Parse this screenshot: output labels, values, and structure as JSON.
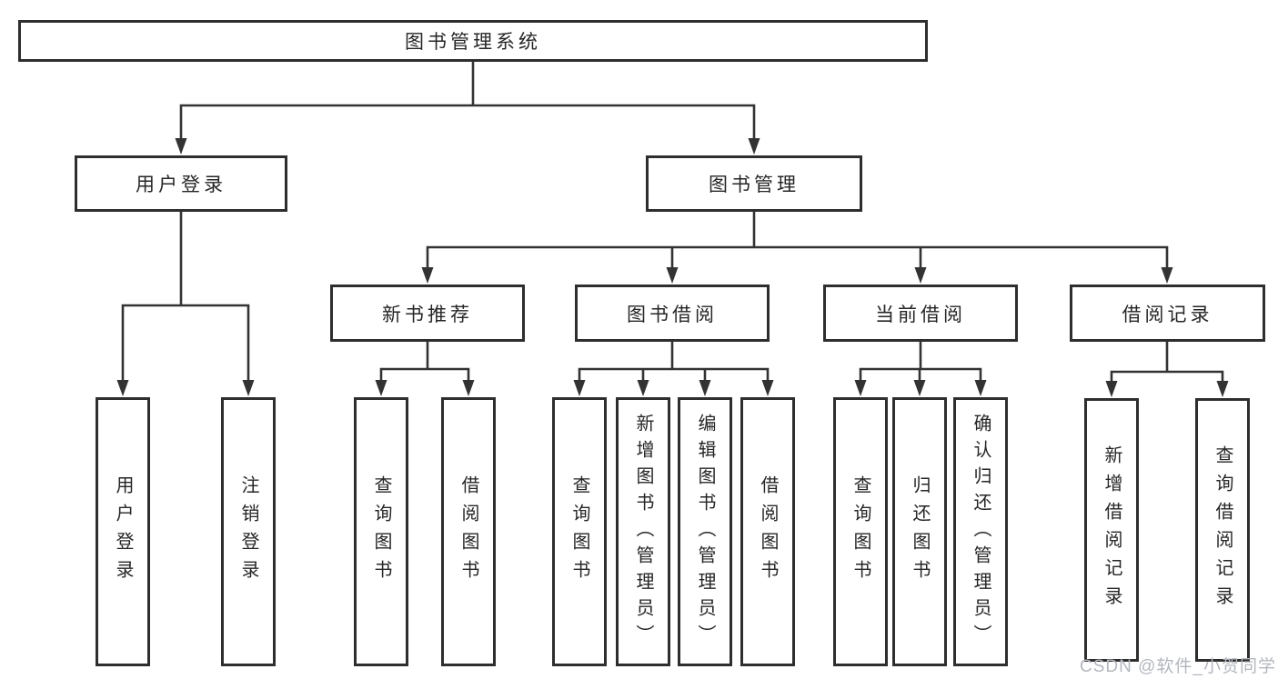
{
  "diagram": {
    "title": "图书管理系统",
    "user_login_branch": {
      "label": "用户登录",
      "children": [
        "用户登录",
        "注销登录"
      ]
    },
    "book_mgmt_branch": {
      "label": "图书管理",
      "children": [
        {
          "label": "新书推荐",
          "children": [
            "查询图书",
            "借阅图书"
          ]
        },
        {
          "label": "图书借阅",
          "children": [
            "查询图书",
            "新增图书（管理员）",
            "编辑图书（管理员）",
            "借阅图书"
          ]
        },
        {
          "label": "当前借阅",
          "children": [
            "查询图书",
            "归还图书",
            "确认归还（管理员）"
          ]
        },
        {
          "label": "借阅记录",
          "children": [
            "新增借阅记录",
            "查询借阅记录"
          ]
        }
      ]
    },
    "watermark": "CSDN @软件_小贺同学",
    "colors": {
      "line": "#333333",
      "box_border": "#2e2e2e",
      "box_fill": "#ffffff",
      "text": "#262626",
      "watermark": "#b3b7be"
    }
  }
}
